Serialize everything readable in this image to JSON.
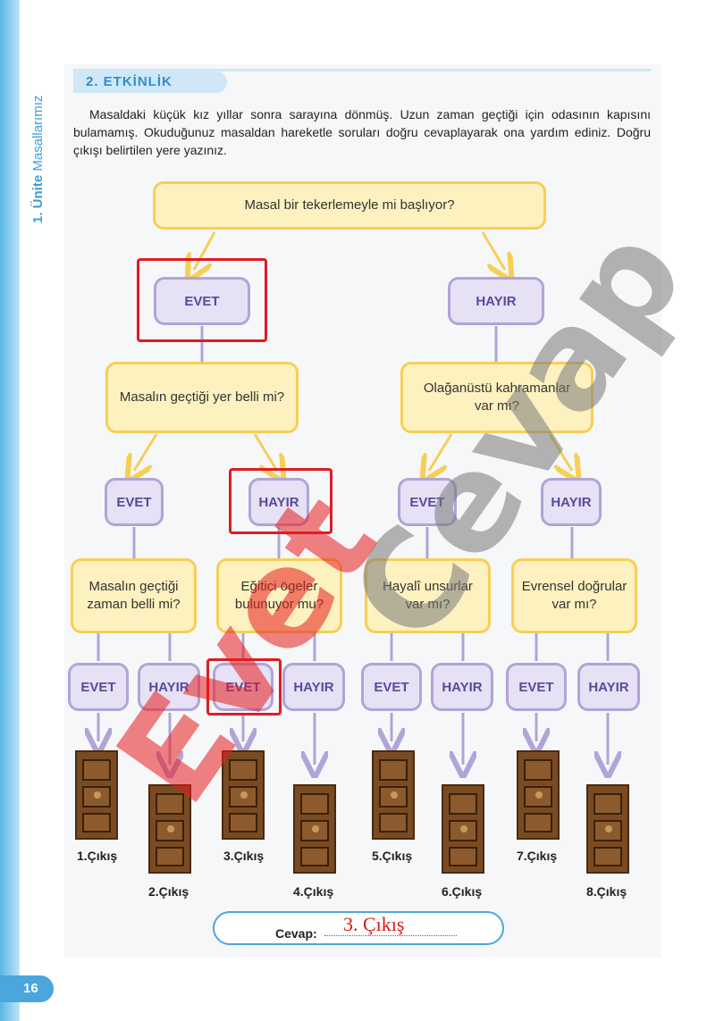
{
  "sidebar": {
    "unit_number": "1. Ünite",
    "unit_name": "Masallarımız"
  },
  "activity": {
    "title": "2. ETKİNLİK",
    "instructions": "Masaldaki küçük kız yıllar sonra sarayına dönmüş. Uzun zaman geçtiği için odasının kapısını bulamamış. Okuduğunuz masaldan hareketle soruları doğru cevaplayarak ona yardım ediniz. Doğru çıkışı belirtilen yere yazınız."
  },
  "flowchart": {
    "root_question": "Masal bir tekerlemeyle mi başlıyor?",
    "level1": {
      "yes": "EVET",
      "no": "HAYIR"
    },
    "level2": {
      "left_question": "Masalın geçtiği yer belli mi?",
      "right_question": "Olağanüstü kahramanlar var mı?"
    },
    "level3_answers": [
      "EVET",
      "HAYIR",
      "EVET",
      "HAYIR"
    ],
    "level3_questions": [
      "Masalın geçtiği zaman belli mi?",
      "Eğitici ögeler bulunuyor mu?",
      "Hayalî unsurlar var mı?",
      "Evrensel doğrular var mı?"
    ],
    "level4_answers": [
      "EVET",
      "HAYIR",
      "EVET",
      "HAYIR",
      "EVET",
      "HAYIR",
      "EVET",
      "HAYIR"
    ],
    "exits": [
      "1.Çıkış",
      "2.Çıkış",
      "3.Çıkış",
      "4.Çıkış",
      "5.Çıkış",
      "6.Çıkış",
      "7.Çıkış",
      "8.Çıkış"
    ]
  },
  "answer": {
    "label": "Cevap:",
    "value": "3. Çıkış"
  },
  "watermark": {
    "red_text": "Evet",
    "grey_text": "Cevap"
  },
  "page_number": "16",
  "colors": {
    "question_fill": "#fdf1bf",
    "question_border": "#f6cf56",
    "answer_fill": "#e6e1f5",
    "answer_border": "#b1a4d7",
    "highlight": "#e01b24",
    "accent_blue": "#4aa6dc"
  }
}
